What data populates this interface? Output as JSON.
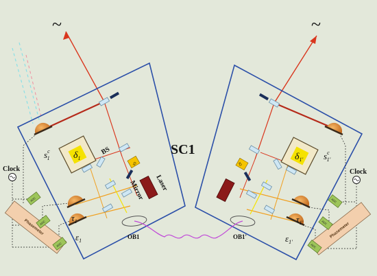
{
  "title": "SC1",
  "labels": {
    "tilde_left": "~",
    "tilde_right": "~",
    "bs": "BS",
    "mirror": "Mirror",
    "laser": "Laser",
    "io_left": "IO",
    "io_right": "IO",
    "clock_left": "Clock",
    "clock_right": "Clock",
    "phasemeter_left": "Phasemeter",
    "phasemeter_right": "Phasemeter",
    "ob1": "OB1",
    "ob1p": "OB1'",
    "delta1_base": "δ",
    "delta1_sub": "1",
    "delta1p_base": "δ",
    "delta1p_sub": "1'",
    "s1c_base": "s",
    "s1c_sub": "1",
    "s1c_sup": "c",
    "s1pc_base": "s",
    "s1pc_sub": "1'",
    "s1pc_sup": "c",
    "tau1_base": "τ",
    "tau1_sub": "1",
    "tau1p_base": "τ",
    "tau1p_sub": "1'",
    "eps1_base": "ε",
    "eps1_sub": "1",
    "eps1p_base": "ε",
    "eps1p_sub": "1'",
    "adc": "ADC"
  },
  "colors": {
    "background": "#e3e8da",
    "frame": "#2b4fa8",
    "laser_beam": "#d9361d",
    "beam_dark": "#7a1a10",
    "yellow": "#f5e200",
    "orange": "#f0a020",
    "detector": "#e0892a",
    "laser_body": "#8b1a1a",
    "adc": "#9dc55a",
    "phasemeter": "#f3cfad",
    "fiber": "#c048d8"
  }
}
